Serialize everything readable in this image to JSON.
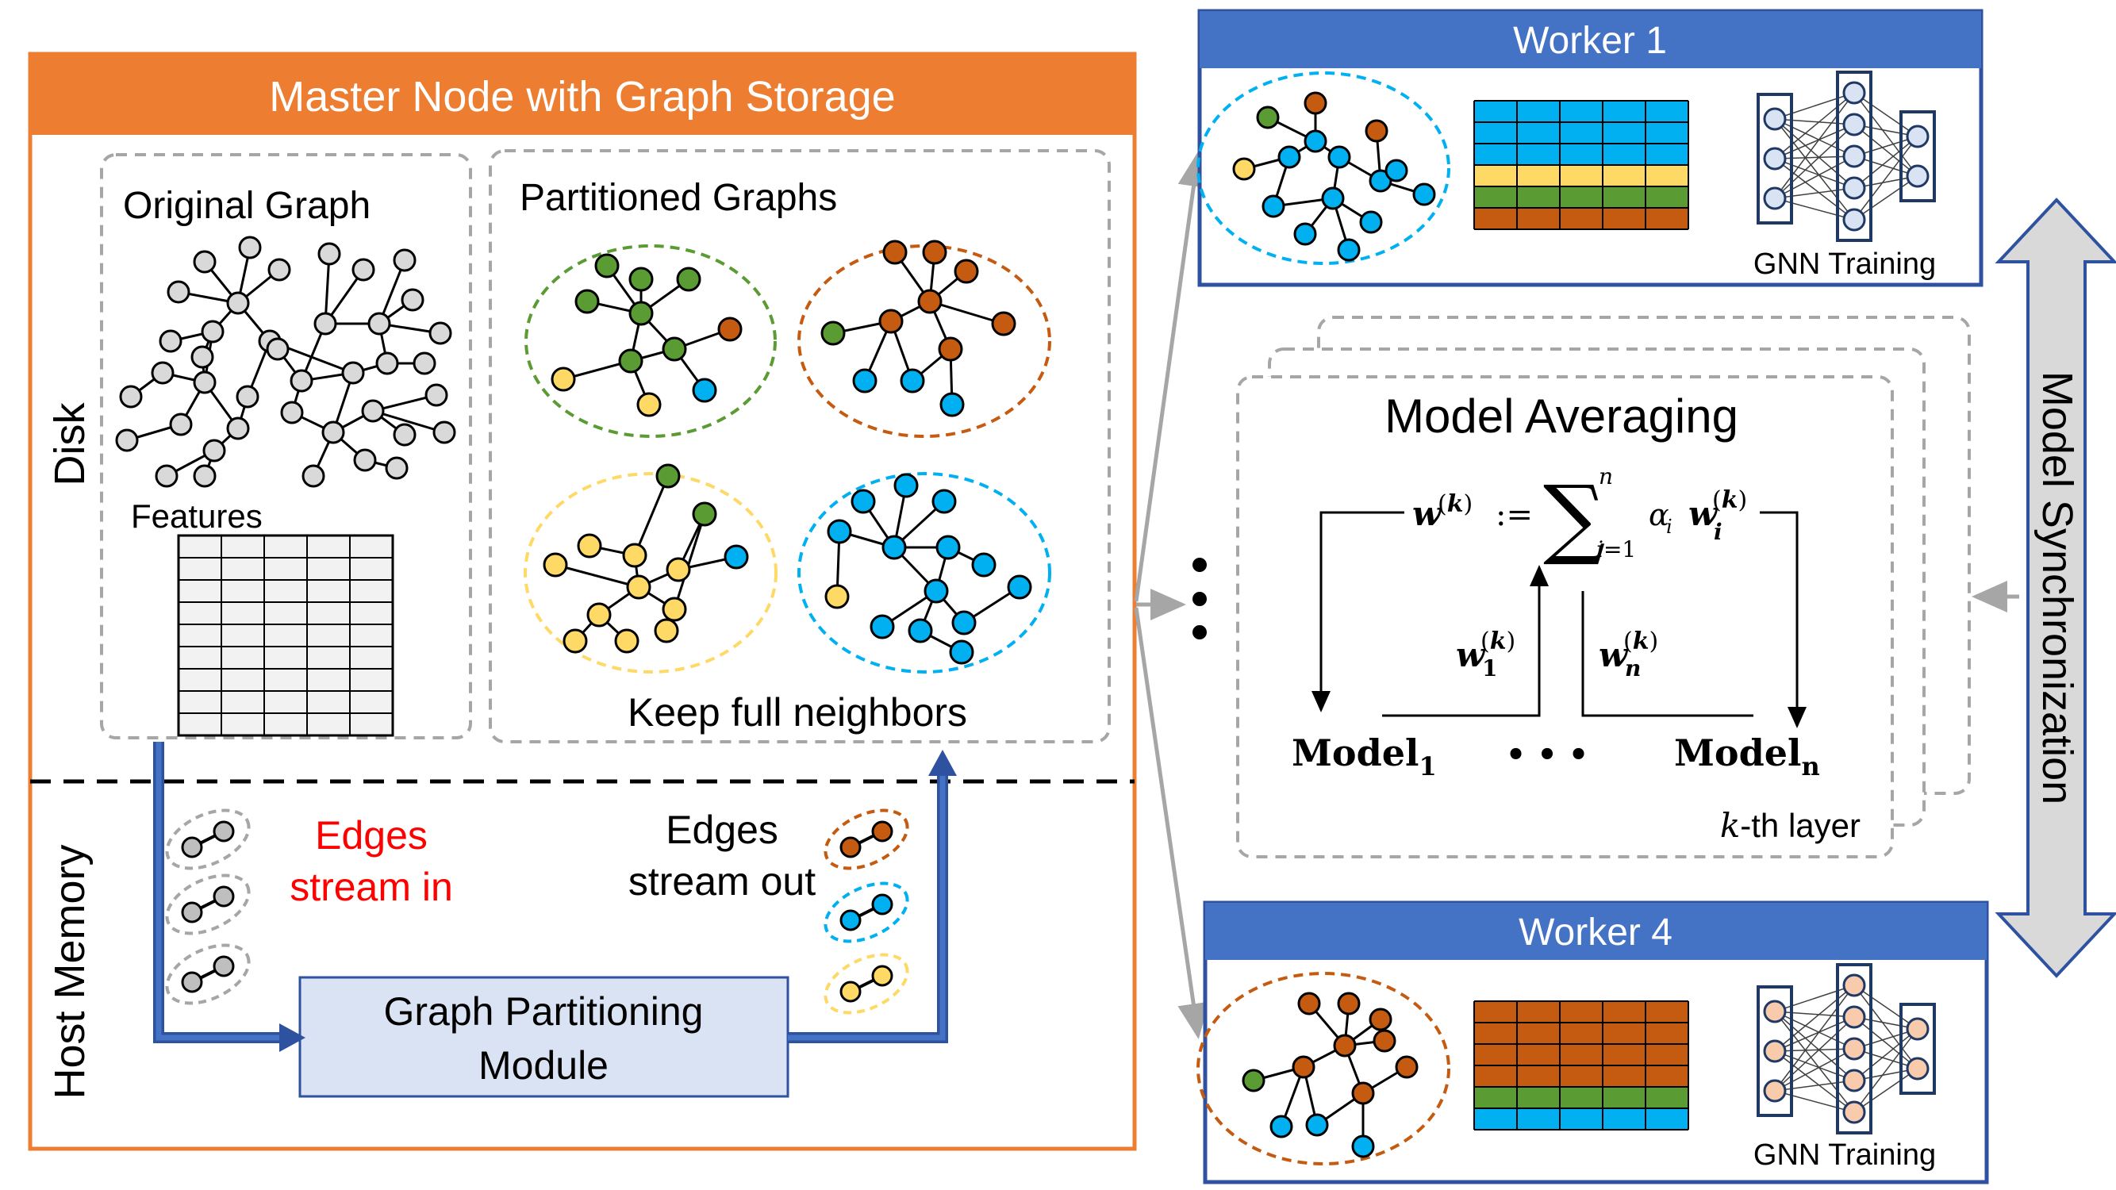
{
  "colors": {
    "orange": "#ED7D31",
    "blue_header": "#4472C4",
    "dark_blue_arrow": "#2F52A0",
    "partition_green": "#5B9B34",
    "partition_brown": "#C55A11",
    "partition_yellow": "#FFD966",
    "partition_cyan": "#00B0F0",
    "module_fill": "#DAE3F3",
    "gray_node": "#D9D9D9",
    "sync_arrow_fill": "#D9D9D9"
  },
  "master": {
    "title": "Master Node with Graph Storage",
    "disk_label": "Disk",
    "host_memory_label": "Host Memory",
    "original_graph_label": "Original Graph",
    "features_label": "Features",
    "partitioned_graphs_label": "Partitioned Graphs",
    "keep_neighbors_label": "Keep full neighbors",
    "edges_in_line1": "Edges",
    "edges_in_line2": "stream in",
    "edges_out_line1": "Edges",
    "edges_out_line2": "stream out",
    "module_line1": "Graph Partitioning",
    "module_line2": "Module"
  },
  "worker1": {
    "title": "Worker 1",
    "training_label": "GNN Training",
    "feature_rows": [
      "cyan",
      "cyan",
      "cyan",
      "yellow",
      "green",
      "brown"
    ]
  },
  "worker4": {
    "title": "Worker 4",
    "training_label": "GNN Training",
    "feature_rows": [
      "brown",
      "brown",
      "brown",
      "brown",
      "green",
      "cyan"
    ]
  },
  "averaging": {
    "title": "Model Averaging",
    "layer_label_k": "k",
    "layer_label_rest": "-th layer",
    "model_first": "Model",
    "model_first_sub": "1",
    "model_last": "Model",
    "model_last_sub": "n",
    "ellipsis": "• • •"
  },
  "sync_label": "Model Synchronization"
}
